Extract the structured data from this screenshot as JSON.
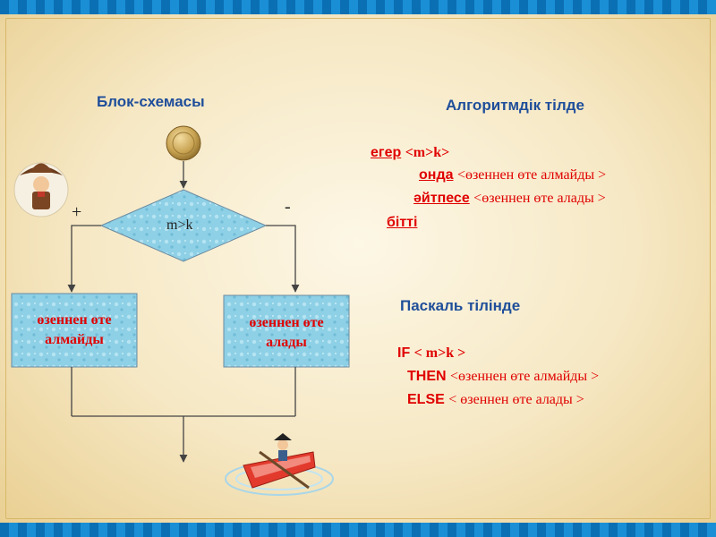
{
  "flowchart": {
    "title": "Блок-схемасы",
    "condition": "m>k",
    "yes_sign": "+",
    "no_sign": "-",
    "yes_box": {
      "line1": "өзеннен өте",
      "line2": "алмайды"
    },
    "no_box": {
      "line1": "өзеннен өте",
      "line2": "алады"
    }
  },
  "algorithmic": {
    "title": "Алгоритмдік тілде",
    "if_kw": "егер",
    "if_cond": "<m>k>",
    "then_kw": "онда",
    "then_text": "<өзеннен өте алмайды >",
    "else_kw": "әйтпесе",
    "else_text": "<өзеннен өте алады >",
    "end_kw": "бітті"
  },
  "pascal": {
    "title": "Паскаль тілінде",
    "if_kw": "IF",
    "if_cond": "< m>k >",
    "then_kw": "THEN",
    "then_text": "<өзеннен өте алмайды >",
    "else_kw": "ELSE",
    "else_text": "< өзеннен өте алады >"
  },
  "colors": {
    "accent_blue": "#1f4e9a",
    "code_red": "#e00000",
    "shape_fill": "#8ed0e6"
  }
}
